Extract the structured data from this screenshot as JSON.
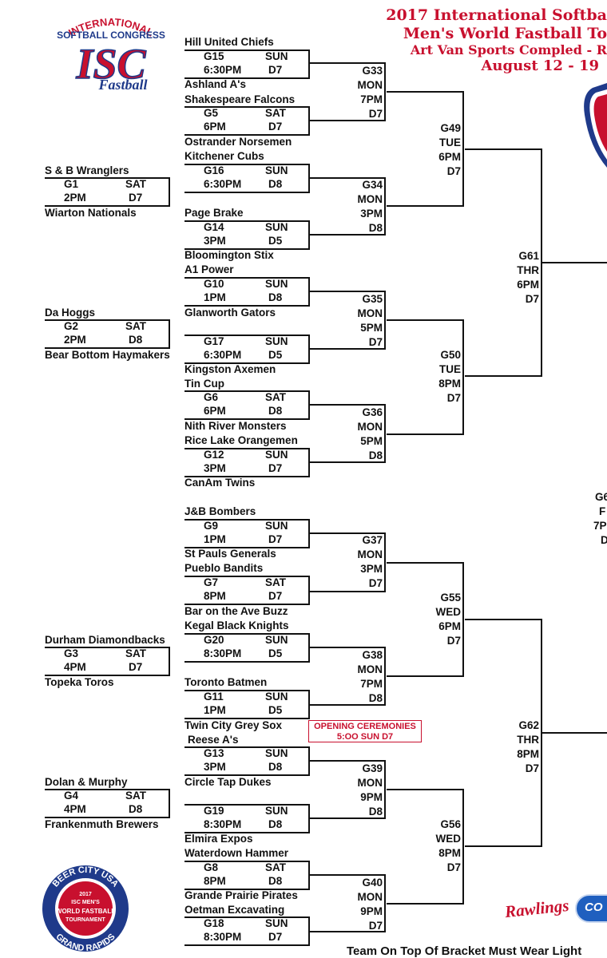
{
  "header": {
    "line1": "2017 International Softba",
    "line2": "Men's World Fastball To",
    "line3": "Art Van Sports Compled - R",
    "line4": "August 12 - 19"
  },
  "logos": {
    "isc": {
      "top": "INTERNATIONAL",
      "mid": "SOFTBALL CONGRESS",
      "big": "ISC",
      "script": "Fastball"
    },
    "beer_city": {
      "top": "BEER CITY USA",
      "year": "2017",
      "l1": "ISC MEN'S",
      "l2": "WORLD FASTBALL",
      "l3": "TOURNAMENT",
      "bottom": "GRAND RAPIDS"
    },
    "rawlings": "Rawlings",
    "partner": "CO"
  },
  "teams": [
    "Hill United Chiefs",
    "Ashland A's",
    "Shakespeare Falcons",
    "Ostrander Norsemen",
    "Kitchener Cubs",
    "S & B Wranglers",
    "Wiarton Nationals",
    "Page Brake",
    "Bloomington Stix",
    "A1 Power",
    "Da Hoggs",
    "Glanworth Gators",
    "Bear Bottom Haymakers",
    "Kingston Axemen",
    "Tin Cup",
    "Nith River Monsters",
    "Rice Lake Orangemen",
    "CanAm Twins",
    "J&B Bombers",
    "St Pauls Generals",
    "Pueblo Bandits",
    "Bar on the Ave Buzz",
    "Kegal Black Knights",
    "Durham Diamondbacks",
    "Topeka Toros",
    "Toronto Batmen",
    "Twin City Grey Sox",
    "Reese A's",
    "Dolan & Murphy",
    "Circle Tap Dukes",
    "Frankenmuth Brewers",
    "Elmira Expos",
    "Waterdown Hammer",
    "Grande Prairie Pirates",
    "Oetman Excavating"
  ],
  "games": [
    {
      "id": "G15",
      "day": "SUN",
      "time": "6:30PM",
      "field": "D7"
    },
    {
      "id": "G5",
      "day": "SAT",
      "time": "6PM",
      "field": "D7"
    },
    {
      "id": "G16",
      "day": "SUN",
      "time": "6:30PM",
      "field": "D8"
    },
    {
      "id": "G1",
      "day": "SAT",
      "time": "2PM",
      "field": "D7"
    },
    {
      "id": "G14",
      "day": "SUN",
      "time": "3PM",
      "field": "D5"
    },
    {
      "id": "G10",
      "day": "SUN",
      "time": "1PM",
      "field": "D8"
    },
    {
      "id": "G2",
      "day": "SAT",
      "time": "2PM",
      "field": "D8"
    },
    {
      "id": "G17",
      "day": "SUN",
      "time": "6:30PM",
      "field": "D5"
    },
    {
      "id": "G6",
      "day": "SAT",
      "time": "6PM",
      "field": "D8"
    },
    {
      "id": "G12",
      "day": "SUN",
      "time": "3PM",
      "field": "D7"
    },
    {
      "id": "G9",
      "day": "SUN",
      "time": "1PM",
      "field": "D7"
    },
    {
      "id": "G7",
      "day": "SAT",
      "time": "8PM",
      "field": "D7"
    },
    {
      "id": "G20",
      "day": "SUN",
      "time": "8:30PM",
      "field": "D5"
    },
    {
      "id": "G3",
      "day": "SAT",
      "time": "4PM",
      "field": "D7"
    },
    {
      "id": "G11",
      "day": "SUN",
      "time": "1PM",
      "field": "D5"
    },
    {
      "id": "G13",
      "day": "SUN",
      "time": "3PM",
      "field": "D8"
    },
    {
      "id": "G4",
      "day": "SAT",
      "time": "4PM",
      "field": "D8"
    },
    {
      "id": "G19",
      "day": "SUN",
      "time": "8:30PM",
      "field": "D8"
    },
    {
      "id": "G8",
      "day": "SAT",
      "time": "8PM",
      "field": "D8"
    },
    {
      "id": "G18",
      "day": "SUN",
      "time": "8:30PM",
      "field": "D7"
    }
  ],
  "later_games": [
    {
      "id": "G33",
      "day": "MON",
      "time": "7PM",
      "field": "D7"
    },
    {
      "id": "G34",
      "day": "MON",
      "time": "3PM",
      "field": "D8"
    },
    {
      "id": "G35",
      "day": "MON",
      "time": "5PM",
      "field": "D7"
    },
    {
      "id": "G36",
      "day": "MON",
      "time": "5PM",
      "field": "D8"
    },
    {
      "id": "G37",
      "day": "MON",
      "time": "3PM",
      "field": "D7"
    },
    {
      "id": "G38",
      "day": "MON",
      "time": "7PM",
      "field": "D8"
    },
    {
      "id": "G39",
      "day": "MON",
      "time": "9PM",
      "field": "D8"
    },
    {
      "id": "G40",
      "day": "MON",
      "time": "9PM",
      "field": "D7"
    },
    {
      "id": "G49",
      "day": "TUE",
      "time": "6PM",
      "field": "D7"
    },
    {
      "id": "G50",
      "day": "TUE",
      "time": "8PM",
      "field": "D7"
    },
    {
      "id": "G55",
      "day": "WED",
      "time": "6PM",
      "field": "D7"
    },
    {
      "id": "G56",
      "day": "WED",
      "time": "8PM",
      "field": "D7"
    },
    {
      "id": "G61",
      "day": "THR",
      "time": "6PM",
      "field": "D7"
    },
    {
      "id": "G62",
      "day": "THR",
      "time": "8PM",
      "field": "D7"
    },
    {
      "id": "G6",
      "day": "F",
      "time": "7P",
      "field": "D"
    }
  ],
  "note": {
    "line1": "OPENING CEREMONIES",
    "line2": "5:OO  SUN  D7"
  },
  "footer": "Team On Top Of Bracket Must Wear Light"
}
